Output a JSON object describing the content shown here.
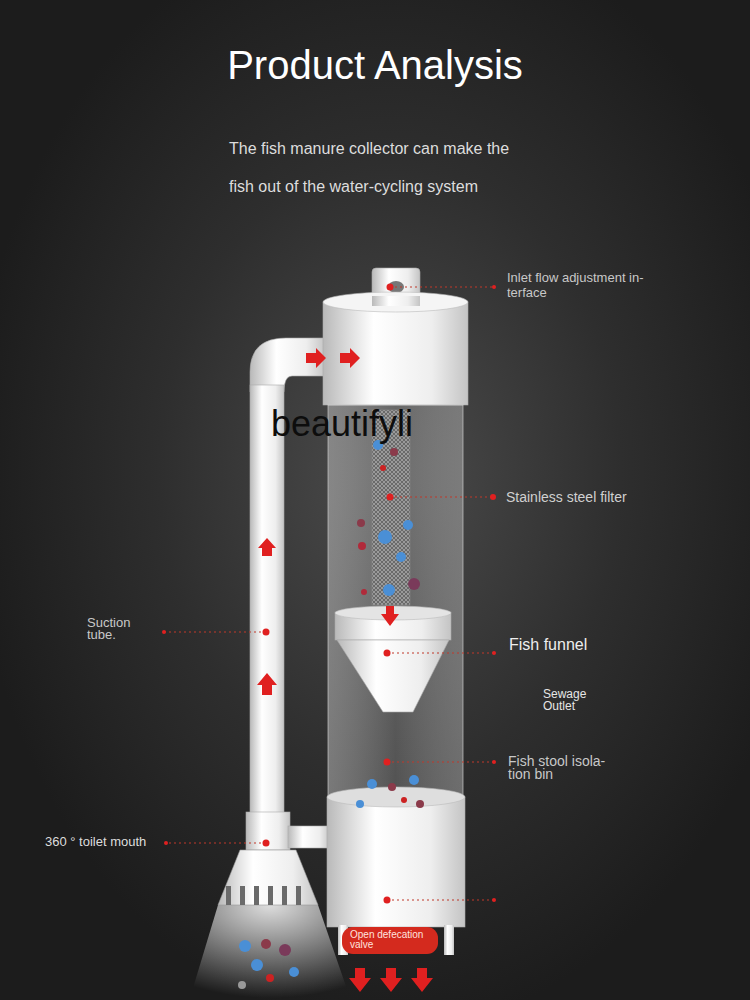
{
  "diagram": {
    "title": "Product Analysis",
    "nodes": [
      {
        "text": [
          "Open defecation valve"
        ]
      }
    ],
    "labels": [
      "The fish manure collector can make the fish out of the water-cycling system",
      "Inlet flow adjustment in- terface",
      "beautifyli",
      "Stainless steel filter",
      "Suction tube.",
      "Fish funnel",
      "Sewage Outlet",
      "Fish stool isola- tion bin",
      "360 ° toilet mouth"
    ]
  }
}
